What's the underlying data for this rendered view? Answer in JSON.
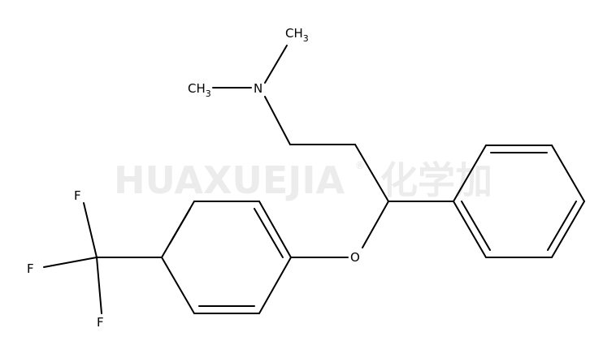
{
  "watermark": {
    "text": "HUAXUEJIA",
    "registered": "®",
    "cjk": "化学加"
  },
  "molecule": {
    "atoms": {
      "ch3_top": {
        "base": "CH",
        "sub": "3"
      },
      "ch3_left": {
        "base": "CH",
        "sub": "3"
      },
      "nitrogen": {
        "label": "N"
      },
      "oxygen": {
        "label": "O"
      },
      "fluorine_top": {
        "label": "F"
      },
      "fluorine_left": {
        "label": "F"
      },
      "fluorine_bottom": {
        "label": "F"
      }
    }
  }
}
